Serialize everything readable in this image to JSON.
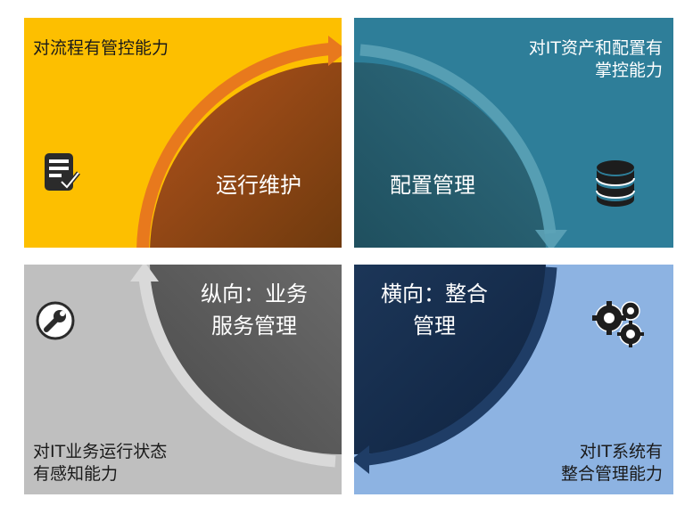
{
  "quadrants": {
    "top_left": {
      "caption": "对流程有管控能力",
      "center": [
        "运行维护"
      ],
      "color": "#fdbf00",
      "icon": "document-check-icon"
    },
    "top_right": {
      "caption_lines": [
        "对IT资产和配置有",
        "掌控能力"
      ],
      "center": [
        "配置管理"
      ],
      "color": "#2e7e99",
      "icon": "database-icon"
    },
    "bottom_left": {
      "caption_lines": [
        "对IT业务运行状态",
        "有感知能力"
      ],
      "center": [
        "纵向：业务",
        "服务管理"
      ],
      "color": "#bfbfbf",
      "icon": "wrench-icon"
    },
    "bottom_right": {
      "caption_lines": [
        "对IT系统有",
        "整合管理能力"
      ],
      "center": [
        "横向：整合",
        "管理"
      ],
      "color": "#8db3e2",
      "icon": "gears-icon"
    }
  }
}
